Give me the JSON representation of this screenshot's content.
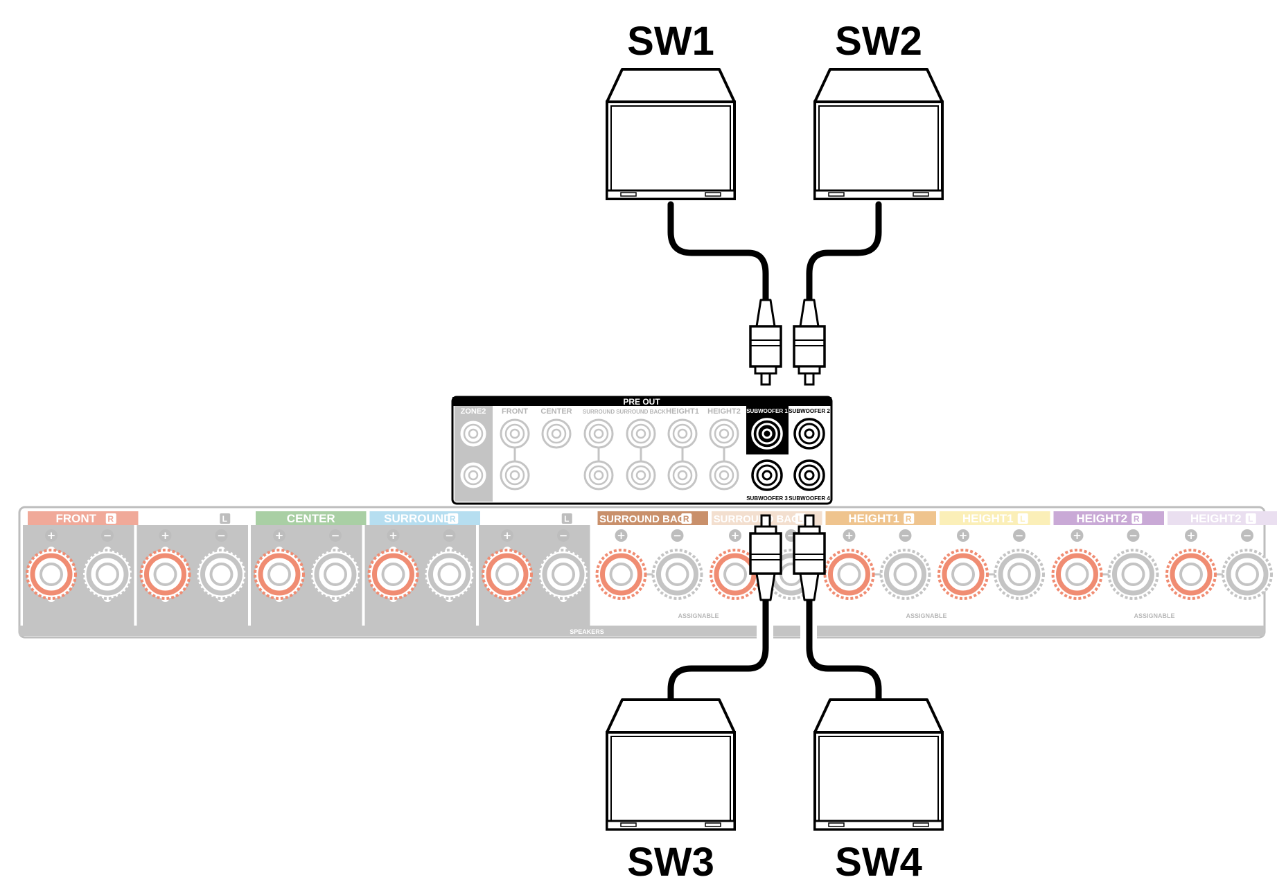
{
  "subwoofers": [
    {
      "id": "sw1",
      "label": "SW1"
    },
    {
      "id": "sw2",
      "label": "SW2"
    },
    {
      "id": "sw3",
      "label": "SW3"
    },
    {
      "id": "sw4",
      "label": "SW4"
    }
  ],
  "preout": {
    "title": "PRE OUT",
    "zone2": "ZONE2",
    "channels": [
      "FRONT",
      "CENTER",
      "SURROUND",
      "SURROUND BACK",
      "HEIGHT1",
      "HEIGHT2"
    ],
    "sub1": "SUBWOOFER 1",
    "sub2": "SUBWOOFER 2",
    "sub3": "SUBWOOFER 3",
    "sub4": "SUBWOOFER 4"
  },
  "speakers": {
    "section_label": "SPEAKERS",
    "assignable": "ASSIGNABLE",
    "plus": "+",
    "minus": "−",
    "groups": [
      {
        "label": "FRONT",
        "side": "R",
        "color": "#f0a999"
      },
      {
        "label": "FRONT",
        "side": "L",
        "color": "#ffffff"
      },
      {
        "label": "CENTER",
        "side": "",
        "color": "#a9cfa4"
      },
      {
        "label": "SURROUND",
        "side": "R",
        "color": "#b6def0"
      },
      {
        "label": "SURROUND",
        "side": "L",
        "color": "#ffffff"
      },
      {
        "label": "SURROUND BACK",
        "side": "R",
        "color": "#c9906b"
      },
      {
        "label": "SURROUND BACK",
        "side": "L",
        "color": "#f3dfcf"
      },
      {
        "label": "HEIGHT1",
        "side": "R",
        "color": "#efc48e"
      },
      {
        "label": "HEIGHT1",
        "side": "L",
        "color": "#fbefb8"
      },
      {
        "label": "HEIGHT2",
        "side": "R",
        "color": "#c9a9d6"
      },
      {
        "label": "HEIGHT2",
        "side": "L",
        "color": "#eadff0"
      }
    ]
  },
  "colors": {
    "terminal_red": "#f08c72",
    "panel_gray": "#c4c4c4",
    "outline_gray": "#bdbdbd",
    "cable": "#000000"
  }
}
